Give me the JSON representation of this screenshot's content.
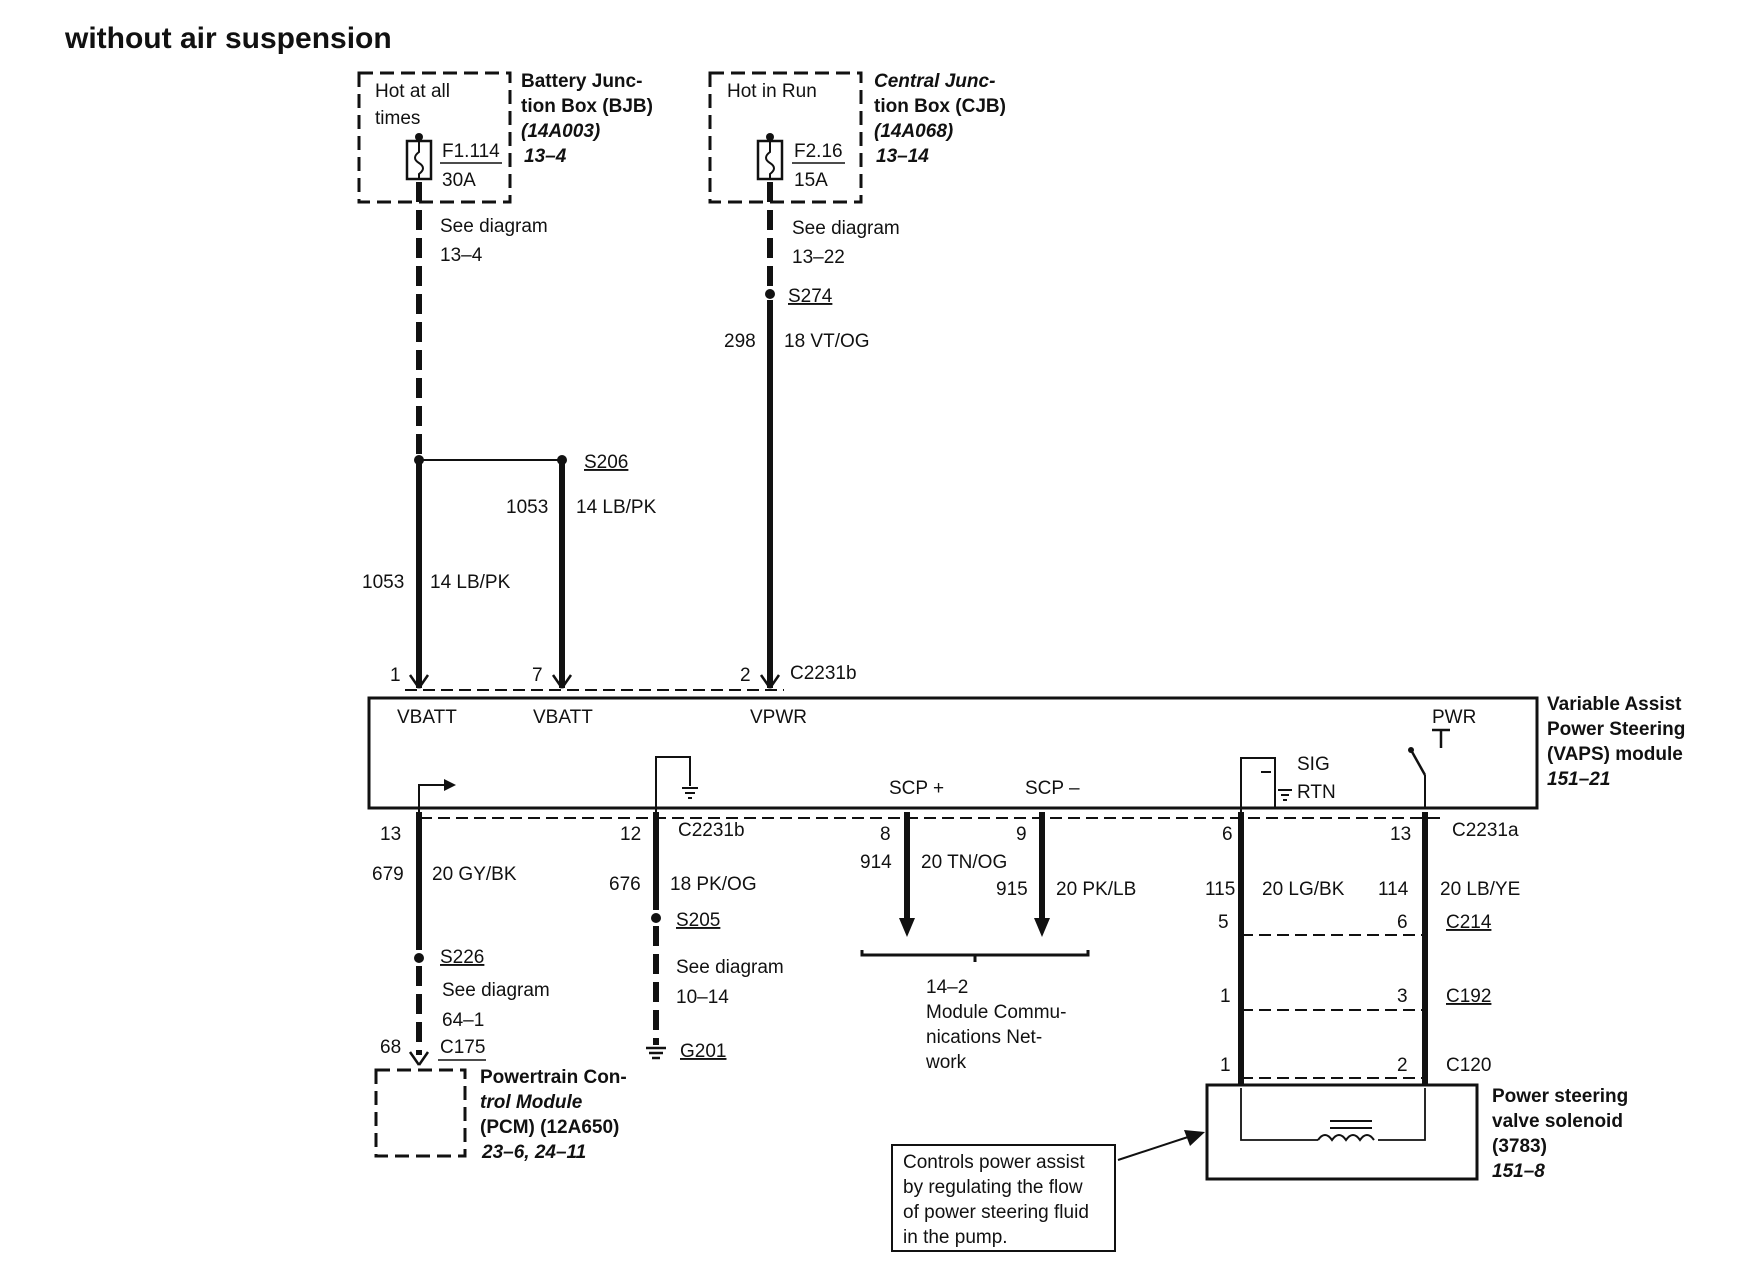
{
  "page_title": "without air suspension",
  "bjb": {
    "hot_line1": "Hot at all",
    "hot_line2": "times",
    "fuse_id": "F1.114",
    "fuse_rating": "30A",
    "name_line1": "Battery Junc-",
    "name_line2": "tion Box (BJB)",
    "part": "(14A003)",
    "ref": "13–4",
    "see_line1": "See diagram",
    "see_line2": "13–4"
  },
  "cjb": {
    "hot_line1": "Hot in Run",
    "fuse_id": "F2.16",
    "fuse_rating": "15A",
    "name_line1": "Central Junc-",
    "name_line2": "tion Box (CJB)",
    "part": "(14A068)",
    "ref": "13–14",
    "see_line1": "See diagram",
    "see_line2": "13–22"
  },
  "splices": {
    "s274": "S274",
    "s206": "S206",
    "s226": "S226",
    "s205": "S205"
  },
  "wires": {
    "w298_circuit": "298",
    "w298_color": "18 VT/OG",
    "w1053a_circuit": "1053",
    "w1053a_color": "14 LB/PK",
    "w1053b_circuit": "1053",
    "w1053b_color": "14 LB/PK",
    "w679_circuit": "679",
    "w679_color": "20 GY/BK",
    "w676_circuit": "676",
    "w676_color": "18 PK/OG",
    "w914_circuit": "914",
    "w914_color": "20 TN/OG",
    "w915_circuit": "915",
    "w915_color": "20 PK/LB",
    "w115_circuit": "115",
    "w115_color": "20 LG/BK",
    "w114_circuit": "114",
    "w114_color": "20 LB/YE"
  },
  "connectors": {
    "c2231b_top": "C2231b",
    "c2231b_bottom": "C2231b",
    "c2231a": "C2231a",
    "c214": "C214",
    "c192": "C192",
    "c120": "C120",
    "c175": "C175",
    "g201": "G201"
  },
  "pins": {
    "top_1": "1",
    "top_7": "7",
    "top_2": "2",
    "bot_13": "13",
    "bot_12": "12",
    "bot_8": "8",
    "bot_9": "9",
    "bot_6": "6",
    "bot_13b": "13",
    "c214_5": "5",
    "c214_6": "6",
    "c192_1": "1",
    "c192_3": "3",
    "c120_1": "1",
    "c120_2": "2",
    "pcm_68": "68"
  },
  "module": {
    "vbatt1": "VBATT",
    "vbatt2": "VBATT",
    "vpwr": "VPWR",
    "pwr": "PWR",
    "sig": "SIG",
    "rtn": "RTN",
    "scp_plus": "SCP +",
    "scp_minus": "SCP –",
    "name_line1": "Variable Assist",
    "name_line2": "Power Steering",
    "name_line3": "(VAPS) module",
    "ref": "151–21"
  },
  "s226_note": {
    "line1": "See diagram",
    "line2": "64–1"
  },
  "s205_note": {
    "line1": "See diagram",
    "line2": "10–14"
  },
  "network": {
    "line1": "14–2",
    "line2": "Module Commu-",
    "line3": "nications Net-",
    "line4": "work"
  },
  "pcm": {
    "line1": "Powertrain Con-",
    "line2": "trol Module",
    "line3": "(PCM) (12A650)",
    "ref": "23–6, 24–11"
  },
  "solenoid": {
    "line1": "Power steering",
    "line2": "valve solenoid",
    "part": "(3783)",
    "ref": "151–8"
  },
  "note": {
    "line1": "Controls power assist",
    "line2": "by regulating the flow",
    "line3": "of power steering fluid",
    "line4": "in the pump."
  }
}
